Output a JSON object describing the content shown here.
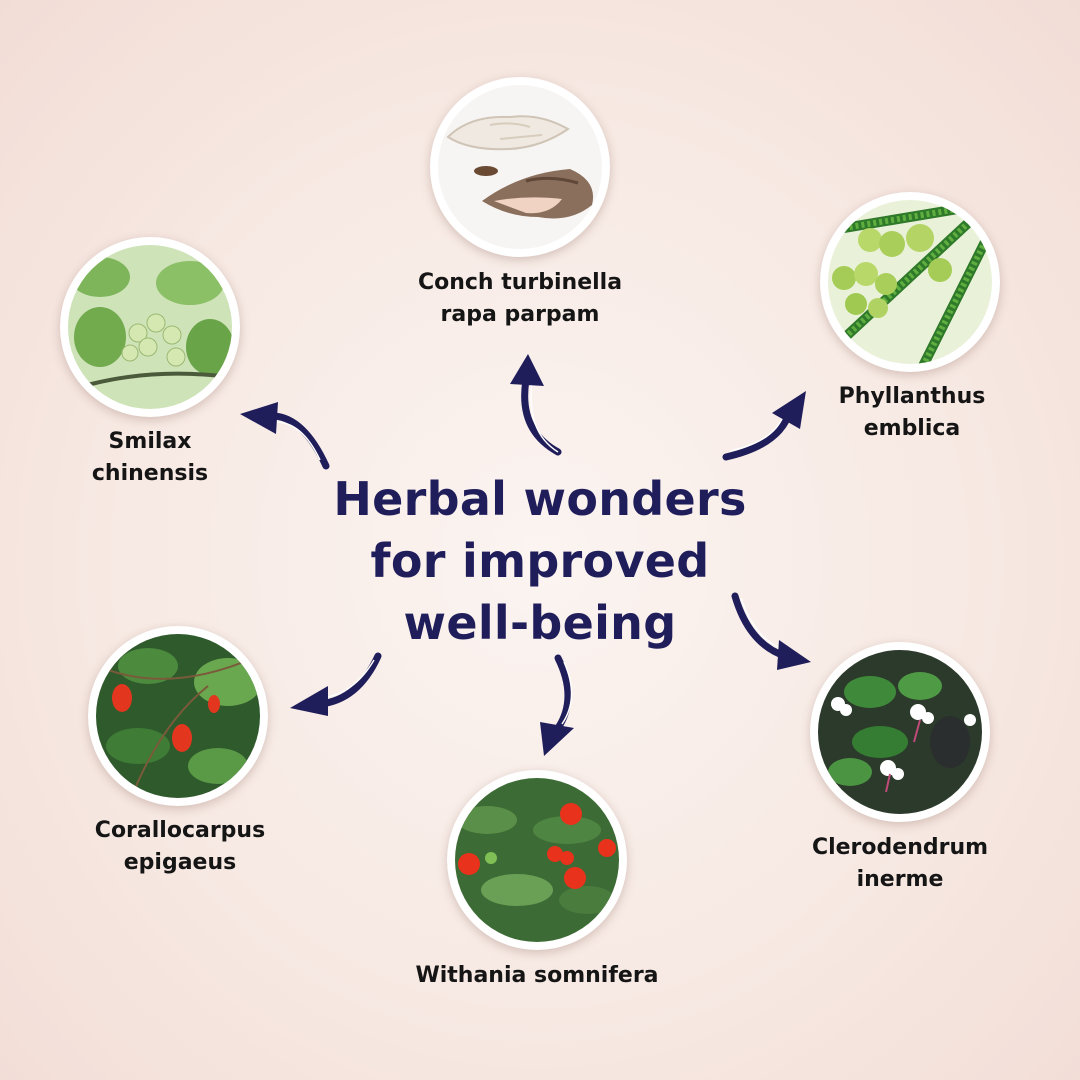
{
  "headline": [
    "Herbal wonders",
    "for improved",
    "well-being"
  ],
  "items": [
    {
      "lines": [
        "Conch turbinella",
        "rapa parpam"
      ],
      "icon": "conch-shell-photo"
    },
    {
      "lines": [
        "Phyllanthus",
        "emblica"
      ],
      "icon": "amla-fruit-photo"
    },
    {
      "lines": [
        "Clerodendrum",
        "inerme"
      ],
      "icon": "white-flower-photo"
    },
    {
      "lines": [
        "Withania somnifera"
      ],
      "icon": "red-berry-plant-photo"
    },
    {
      "lines": [
        "Corallocarpus",
        "epigaeus"
      ],
      "icon": "red-fruit-vine-photo"
    },
    {
      "lines": [
        "Smilax",
        "chinensis"
      ],
      "icon": "green-berries-photo"
    }
  ],
  "colors": {
    "headline": "#1f1d5a",
    "arrow": "#1f1d5a",
    "label": "#151515",
    "background": "#f7e9e3"
  }
}
